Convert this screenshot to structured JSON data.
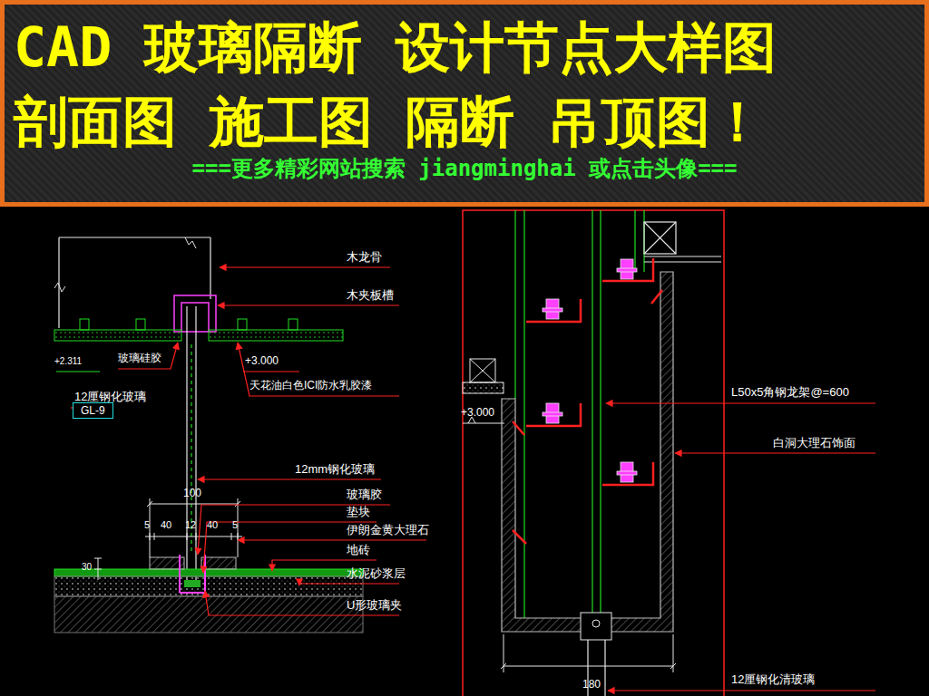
{
  "diagram": {
    "nodes": [
      {
        "text": [
          "CAD 玻璃隔断 设计节点大样图",
          "剖面图 施工图 隔断 吊顶图！",
          "===更多精彩网站搜索 jiangminghai 或点击头像==="
        ]
      },
      {
        "text": [
          "GL-9"
        ]
      }
    ],
    "labels": [
      "木龙骨",
      "木夹板槽",
      "玻璃硅胶",
      "+2.311",
      "+3.000",
      "天花油白色ICI防水乳胶漆",
      "12厘钢化玻璃",
      "12mm钢化玻璃",
      "100",
      "5",
      "40",
      "12",
      "40",
      "5",
      "玻璃胶",
      "垫块",
      "伊朗金黄大理石",
      "地砖",
      "水泥砂浆层",
      "U形玻璃夹",
      "30",
      "L50x5角钢龙架@=600",
      "+3.000",
      "白洞大理石饰面",
      "180",
      "12厘钢化清玻璃"
    ]
  }
}
